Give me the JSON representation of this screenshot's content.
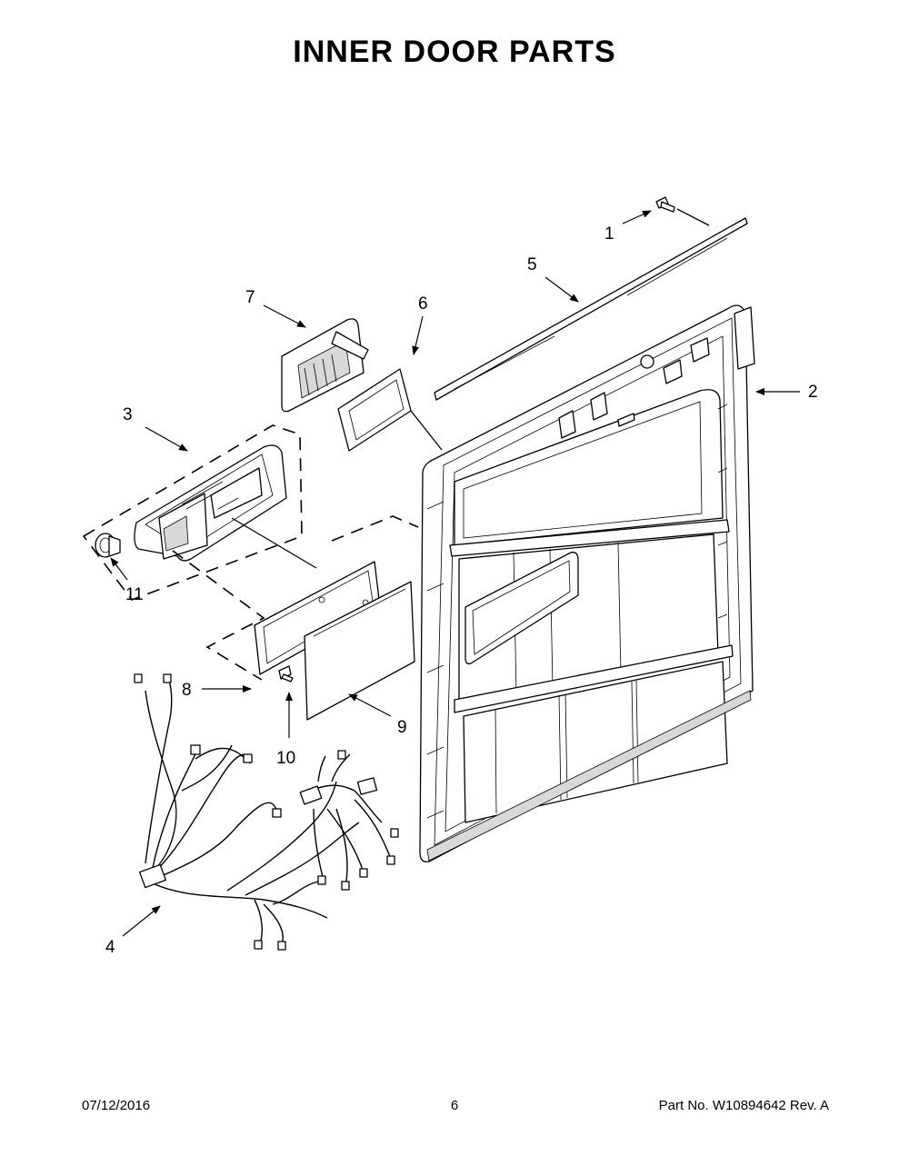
{
  "title": "INNER DOOR PARTS",
  "callouts": {
    "c1": "1",
    "c2": "2",
    "c3": "3",
    "c4": "4",
    "c5": "5",
    "c6": "6",
    "c7": "7",
    "c8": "8",
    "c9": "9",
    "c10": "10",
    "c11": "11"
  },
  "footer": {
    "date": "07/12/2016",
    "page": "6",
    "part_no": "Part No.  W10894642  Rev.  A"
  }
}
